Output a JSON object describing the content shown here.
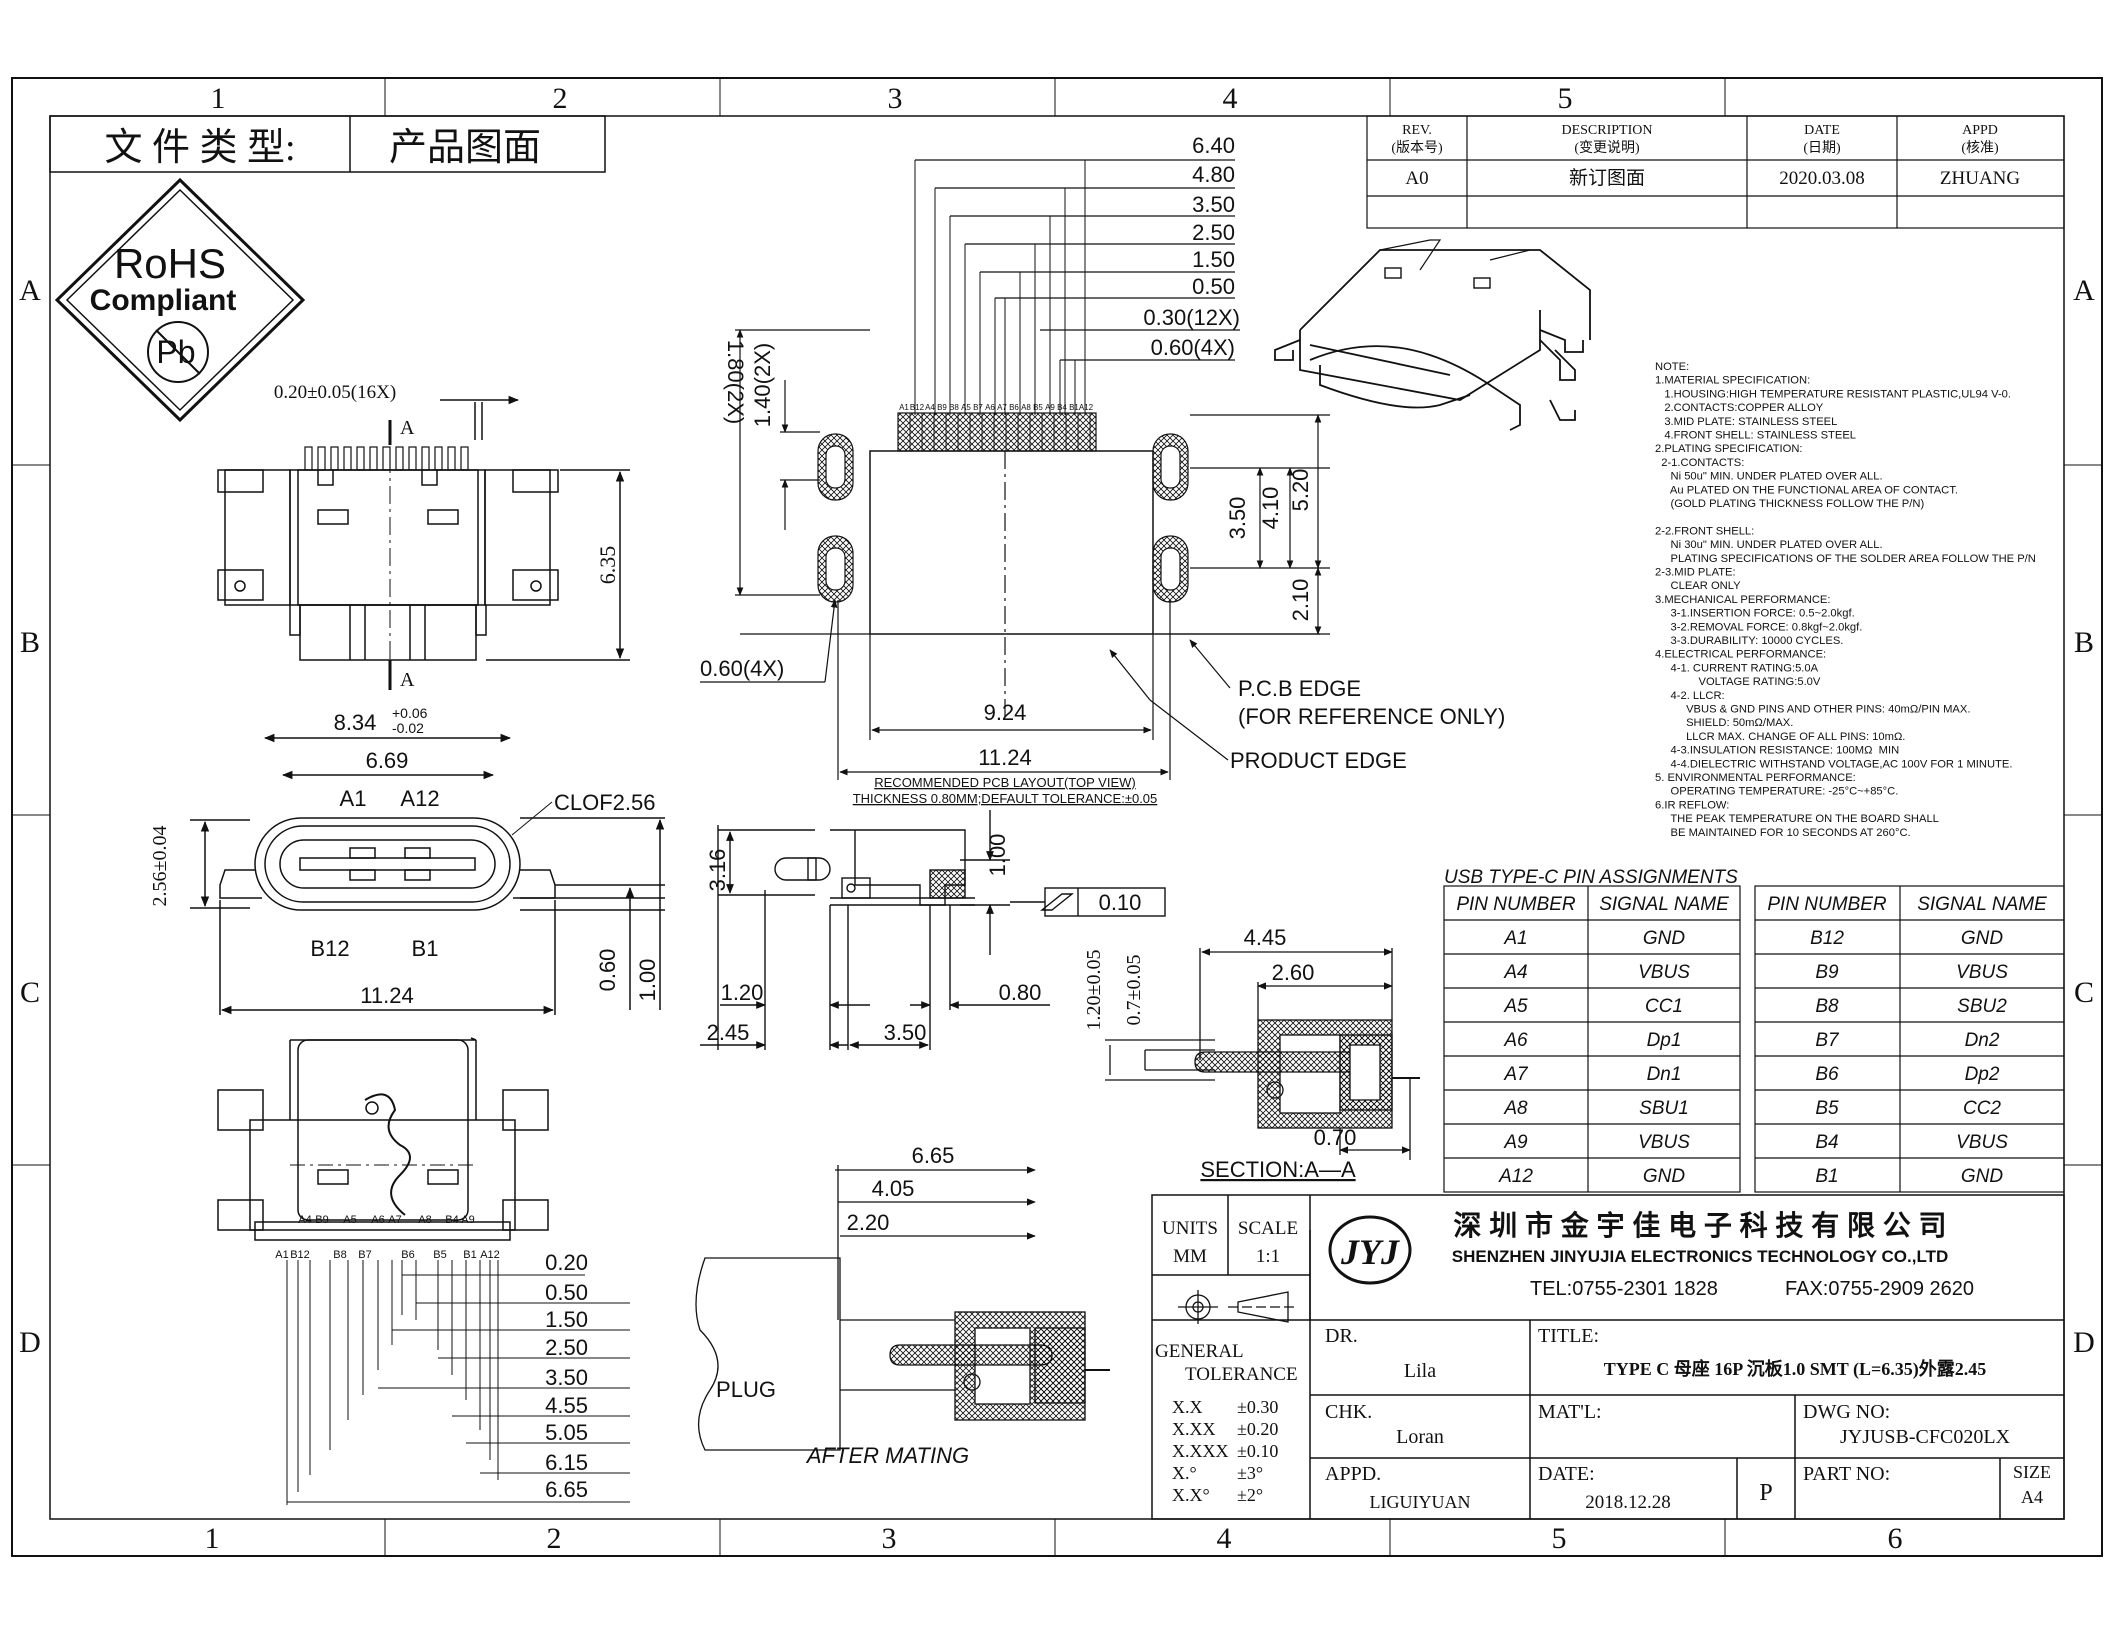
{
  "zones": {
    "columns_top": [
      "1",
      "2",
      "3",
      "4",
      "5"
    ],
    "columns_bottom": [
      "1",
      "2",
      "3",
      "4",
      "5",
      "6"
    ],
    "rows_left": [
      "A",
      "B",
      "C",
      "D"
    ],
    "rows_right": [
      "A",
      "B",
      "C",
      "D"
    ]
  },
  "doc_type": {
    "label": "文 件 类 型:",
    "value": "产品图面"
  },
  "rohs": {
    "line1": "RoHS",
    "line2": "Compliant",
    "line3": "Pb"
  },
  "revision": {
    "headers": [
      {
        "en": "REV.",
        "cn": "(版本号)"
      },
      {
        "en": "DESCRIPTION",
        "cn": "(变更说明)"
      },
      {
        "en": "DATE",
        "cn": "(日期)"
      },
      {
        "en": "APPD",
        "cn": "(核准)"
      }
    ],
    "row": {
      "rev": "A0",
      "desc": "新订图面",
      "date": "2020.03.08",
      "appd": "ZHUANG"
    }
  },
  "top_view": {
    "pitch": "0.20±0.05(16X)",
    "section": "A",
    "height_dim": "6.35"
  },
  "front_view": {
    "width": "8.34",
    "tol_plus": "+0.06",
    "tol_minus": "-0.02",
    "inner": "6.69",
    "pin_a1": "A1",
    "pin_a12": "A12",
    "pin_b12": "B12",
    "pin_b1": "B1",
    "clof": "CLOF2.56",
    "height": "2.56±0.04",
    "dim_060": "0.60",
    "dim_100": "1.00",
    "overall": "11.24"
  },
  "bottom_view": {
    "pins_top": [
      "A4",
      "B9",
      "A5",
      "A6",
      "A7",
      "A8",
      "B4",
      "A9"
    ],
    "pins_bottom": [
      "A1",
      "B12",
      "B8",
      "B7",
      "B6",
      "B5",
      "B1",
      "A12"
    ],
    "dims": [
      "0.20",
      "0.50",
      "1.50",
      "2.50",
      "3.50",
      "4.55",
      "5.05",
      "6.15",
      "6.65"
    ]
  },
  "pcb_layout": {
    "top_dims": [
      "6.40",
      "4.80",
      "3.50",
      "2.50",
      "1.50",
      "0.50",
      "0.30(12X)",
      "0.60(4X)"
    ],
    "pin_labels": [
      "A1",
      "B12",
      "A4",
      "B9",
      "B8",
      "A5",
      "B7",
      "A6",
      "A7",
      "B6",
      "A8",
      "B5",
      "A9",
      "B4",
      "B1",
      "A12"
    ],
    "left_dims": [
      "1.80(2X)",
      "1.40(2X)"
    ],
    "right_dims": [
      "3.50",
      "4.10",
      "5.20",
      "2.10"
    ],
    "hole_dim": "0.60(4X)",
    "width_inner": "9.24",
    "width_outer": "11.24",
    "pcb_edge_1": "P.C.B EDGE",
    "pcb_edge_2": "(FOR REFERENCE ONLY)",
    "product_edge": "PRODUCT EDGE",
    "caption_1": "RECOMMENDED PCB LAYOUT(TOP VIEW)",
    "caption_2": "THICKNESS 0.80MM;DEFAULT TOLERANCE:±0.05"
  },
  "side_view": {
    "dims": {
      "d316": "3.16",
      "d100": "1.00",
      "d120": "1.20",
      "d080": "0.80",
      "d245": "2.45",
      "d350": "3.50"
    },
    "flatness": "0.10"
  },
  "section": {
    "d445": "4.45",
    "d260": "2.60",
    "d120": "1.20±0.05",
    "d07": "0.7±0.05",
    "d070": "0.70",
    "label": "SECTION:A—A"
  },
  "mating": {
    "d665": "6.65",
    "d405": "4.05",
    "d220": "2.20",
    "plug": "PLUG",
    "label": "AFTER MATING"
  },
  "notes": [
    "NOTE:",
    "1.MATERIAL SPECIFICATION:",
    "   1.HOUSING:HIGH TEMPERATURE RESISTANT PLASTIC,UL94 V-0.",
    "   2.CONTACTS:COPPER ALLOY",
    "   3.MID PLATE: STAINLESS STEEL",
    "   4.FRONT SHELL: STAINLESS STEEL",
    "2.PLATING SPECIFICATION:",
    "  2-1.CONTACTS:",
    "     Ni 50u\" MIN. UNDER PLATED OVER ALL.",
    "     Au PLATED ON THE FUNCTIONAL AREA OF CONTACT.",
    "     (GOLD PLATING THICKNESS FOLLOW THE P/N)",
    "",
    "2-2.FRONT SHELL:",
    "     Ni 30u\" MIN. UNDER PLATED OVER ALL.",
    "     PLATING SPECIFICATIONS OF THE SOLDER AREA FOLLOW THE P/N",
    "2-3.MID PLATE:",
    "     CLEAR ONLY",
    "3.MECHANICAL PERFORMANCE:",
    "     3-1.INSERTION FORCE: 0.5~2.0kgf.",
    "     3-2.REMOVAL FORCE: 0.8kgf~2.0kgf.",
    "     3-3.DURABILITY: 10000 CYCLES.",
    "4.ELECTRICAL PERFORMANCE:",
    "     4-1. CURRENT RATING:5.0A",
    "              VOLTAGE RATING:5.0V",
    "     4-2. LLCR:",
    "          VBUS & GND PINS AND OTHER PINS: 40mΩ/PIN MAX.",
    "          SHIELD: 50mΩ/MAX.",
    "          LLCR MAX. CHANGE OF ALL PINS: 10mΩ.",
    "     4-3.INSULATION RESISTANCE: 100MΩ  MIN",
    "     4-4.DIELECTRIC WITHSTAND VOLTAGE,AC 100V FOR 1 MINUTE.",
    "5. ENVIRONMENTAL PERFORMANCE:",
    "     OPERATING TEMPERATURE: -25°C~+85°C.",
    "6.IR REFLOW:",
    "     THE PEAK TEMPERATURE ON THE BOARD SHALL",
    "     BE MAINTAINED FOR 10 SECONDS AT 260°C."
  ],
  "pin_table": {
    "title": "USB TYPE-C PIN ASSIGNMENTS",
    "headers": [
      "PIN NUMBER",
      "SIGNAL NAME",
      "PIN NUMBER",
      "SIGNAL NAME"
    ],
    "rows": [
      [
        "A1",
        "GND",
        "B12",
        "GND"
      ],
      [
        "A4",
        "VBUS",
        "B9",
        "VBUS"
      ],
      [
        "A5",
        "CC1",
        "B8",
        "SBU2"
      ],
      [
        "A6",
        "Dp1",
        "B7",
        "Dn2"
      ],
      [
        "A7",
        "Dn1",
        "B6",
        "Dp2"
      ],
      [
        "A8",
        "SBU1",
        "B5",
        "CC2"
      ],
      [
        "A9",
        "VBUS",
        "B4",
        "VBUS"
      ],
      [
        "A12",
        "GND",
        "B1",
        "GND"
      ]
    ]
  },
  "title_block": {
    "units_label": "UNITS",
    "units_value": "MM",
    "scale_label": "SCALE",
    "scale_value": "1:1",
    "logo": "JYJ",
    "company_cn": "深 圳 市 金 宇 佳 电 子 科 技 有 限 公 司",
    "company_en": "SHENZHEN JINYUJIA ELECTRONICS TECHNOLOGY CO.,LTD",
    "tel": "TEL:0755-2301 1828",
    "fax": "FAX:0755-2909 2620",
    "dr_label": "DR.",
    "dr_value": "Lila",
    "title_label": "TITLE:",
    "title_value": "TYPE C 母座 16P 沉板1.0 SMT (L=6.35)外露2.45",
    "general": "GENERAL",
    "tolerance": "TOLERANCE",
    "tolerances": [
      [
        "X.X",
        "±0.30"
      ],
      [
        "X.XX",
        "±0.20"
      ],
      [
        "X.XXX",
        "±0.10"
      ],
      [
        "X.°",
        "±3°"
      ],
      [
        "X.X°",
        "±2°"
      ]
    ],
    "chk_label": "CHK.",
    "chk_value": "Loran",
    "matl_label": "MAT'L:",
    "dwg_label": "DWG NO:",
    "dwg_value": "JYJUSB-CFC020LX",
    "appd_label": "APPD.",
    "appd_value": "LIGUIYUAN",
    "date_label": "DATE:",
    "date_value": "2018.12.28",
    "p": "P",
    "part_label": "PART NO:",
    "size_label": "SIZE",
    "size_value": "A4"
  }
}
